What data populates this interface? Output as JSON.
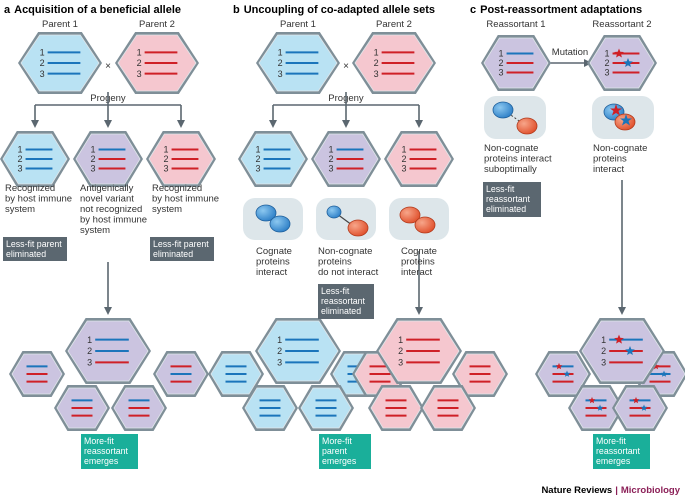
{
  "panels": {
    "a": {
      "letter": "a",
      "title": "Acquisition of a beneficial allele",
      "parent1": "Parent 1",
      "parent2": "Parent 2",
      "cross": "×",
      "progeny": "Progeny",
      "note1": [
        "Recognized",
        "by host immune",
        "system"
      ],
      "note2": [
        "Antigenically",
        "novel variant",
        "not recognized",
        "by host immune",
        "system"
      ],
      "note3": [
        "Recognized",
        "by host immune",
        "system"
      ],
      "box1": [
        "Less-fit parent",
        "eliminated"
      ],
      "box3": [
        "Less-fit parent",
        "eliminated"
      ],
      "result": [
        "More-fit",
        "reassortant",
        "emerges"
      ]
    },
    "b": {
      "letter": "b",
      "title": "Uncoupling of co-adapted allele sets",
      "parent1": "Parent 1",
      "parent2": "Parent 2",
      "cross": "×",
      "progeny": "Progeny",
      "note1": [
        "Cognate",
        "proteins",
        "interact"
      ],
      "note2": [
        "Non-cognate",
        "proteins",
        "do not interact"
      ],
      "note3": [
        "Cognate",
        "proteins",
        "interact"
      ],
      "box2": [
        "Less-fit",
        "reassortant",
        "eliminated"
      ],
      "result": [
        "More-fit",
        "parent",
        "emerges"
      ]
    },
    "c": {
      "letter": "c",
      "title": "Post-reassortment adaptations",
      "reassortant1": "Reassortant 1",
      "reassortant2": "Reassortant 2",
      "mutation": "Mutation",
      "note1": [
        "Non-cognate",
        "proteins interact",
        "suboptimally"
      ],
      "note2": [
        "Non-cognate",
        "proteins",
        "interact"
      ],
      "box1": [
        "Less-fit",
        "reassortant",
        "eliminated"
      ],
      "result": [
        "More-fit",
        "reassortant",
        "emerges"
      ]
    }
  },
  "segment_labels": [
    "1",
    "2",
    "3"
  ],
  "footer": {
    "journal": "Nature Reviews",
    "sep": "|",
    "section": "Microbiology"
  },
  "colors": {
    "blue_fill": "#b9e2f3",
    "pink_fill": "#f5c7cf",
    "purple_fill": "#cbc4e0",
    "hex_stroke": "#7f8f98",
    "blue_line": "#1b75bb",
    "red_line": "#cf2027",
    "grey_box": "#5b6770",
    "teal_box": "#1aaf9a",
    "bubble": "#dde6ea",
    "arrow": "#5b6770",
    "section": "#8b1f57"
  }
}
